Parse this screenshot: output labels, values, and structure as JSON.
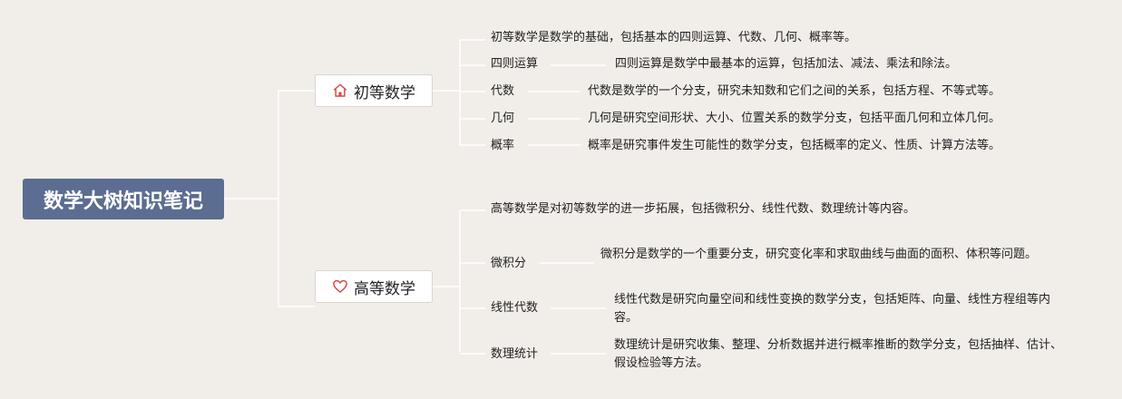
{
  "root": {
    "title": "数学大树知识笔记"
  },
  "colors": {
    "background": "#f1ede8",
    "root_fill": "#5b6d90",
    "line": "#ffffff",
    "icon_accent": "#d64a4a"
  },
  "branches": [
    {
      "label": "初等数学",
      "icon": "home-icon",
      "summary": "初等数学是数学的基础，包括基本的四则运算、代数、几何、概率等。",
      "items": [
        {
          "term": "四则运算",
          "desc": "四则运算是数学中最基本的运算，包括加法、减法、乘法和除法。"
        },
        {
          "term": "代数",
          "desc": "代数是数学的一个分支，研究未知数和它们之间的关系，包括方程、不等式等。"
        },
        {
          "term": "几何",
          "desc": "几何是研究空间形状、大小、位置关系的数学分支，包括平面几何和立体几何。"
        },
        {
          "term": "概率",
          "desc": "概率是研究事件发生可能性的数学分支，包括概率的定义、性质、计算方法等。"
        }
      ]
    },
    {
      "label": "高等数学",
      "icon": "heart-icon",
      "summary": "高等数学是对初等数学的进一步拓展，包括微积分、线性代数、数理统计等内容。",
      "items": [
        {
          "term": "微积分",
          "desc": "微积分是数学的一个重要分支，研究变化率和求取曲线与曲面的面积、体积等问题。"
        },
        {
          "term": "线性代数",
          "desc": "线性代数是研究向量空间和线性变换的数学分支，包括矩阵、向量、线性方程组等内容。"
        },
        {
          "term": "数理统计",
          "desc": "数理统计是研究收集、整理、分析数据并进行概率推断的数学分支，包括抽样、估计、假设检验等方法。"
        }
      ]
    }
  ]
}
